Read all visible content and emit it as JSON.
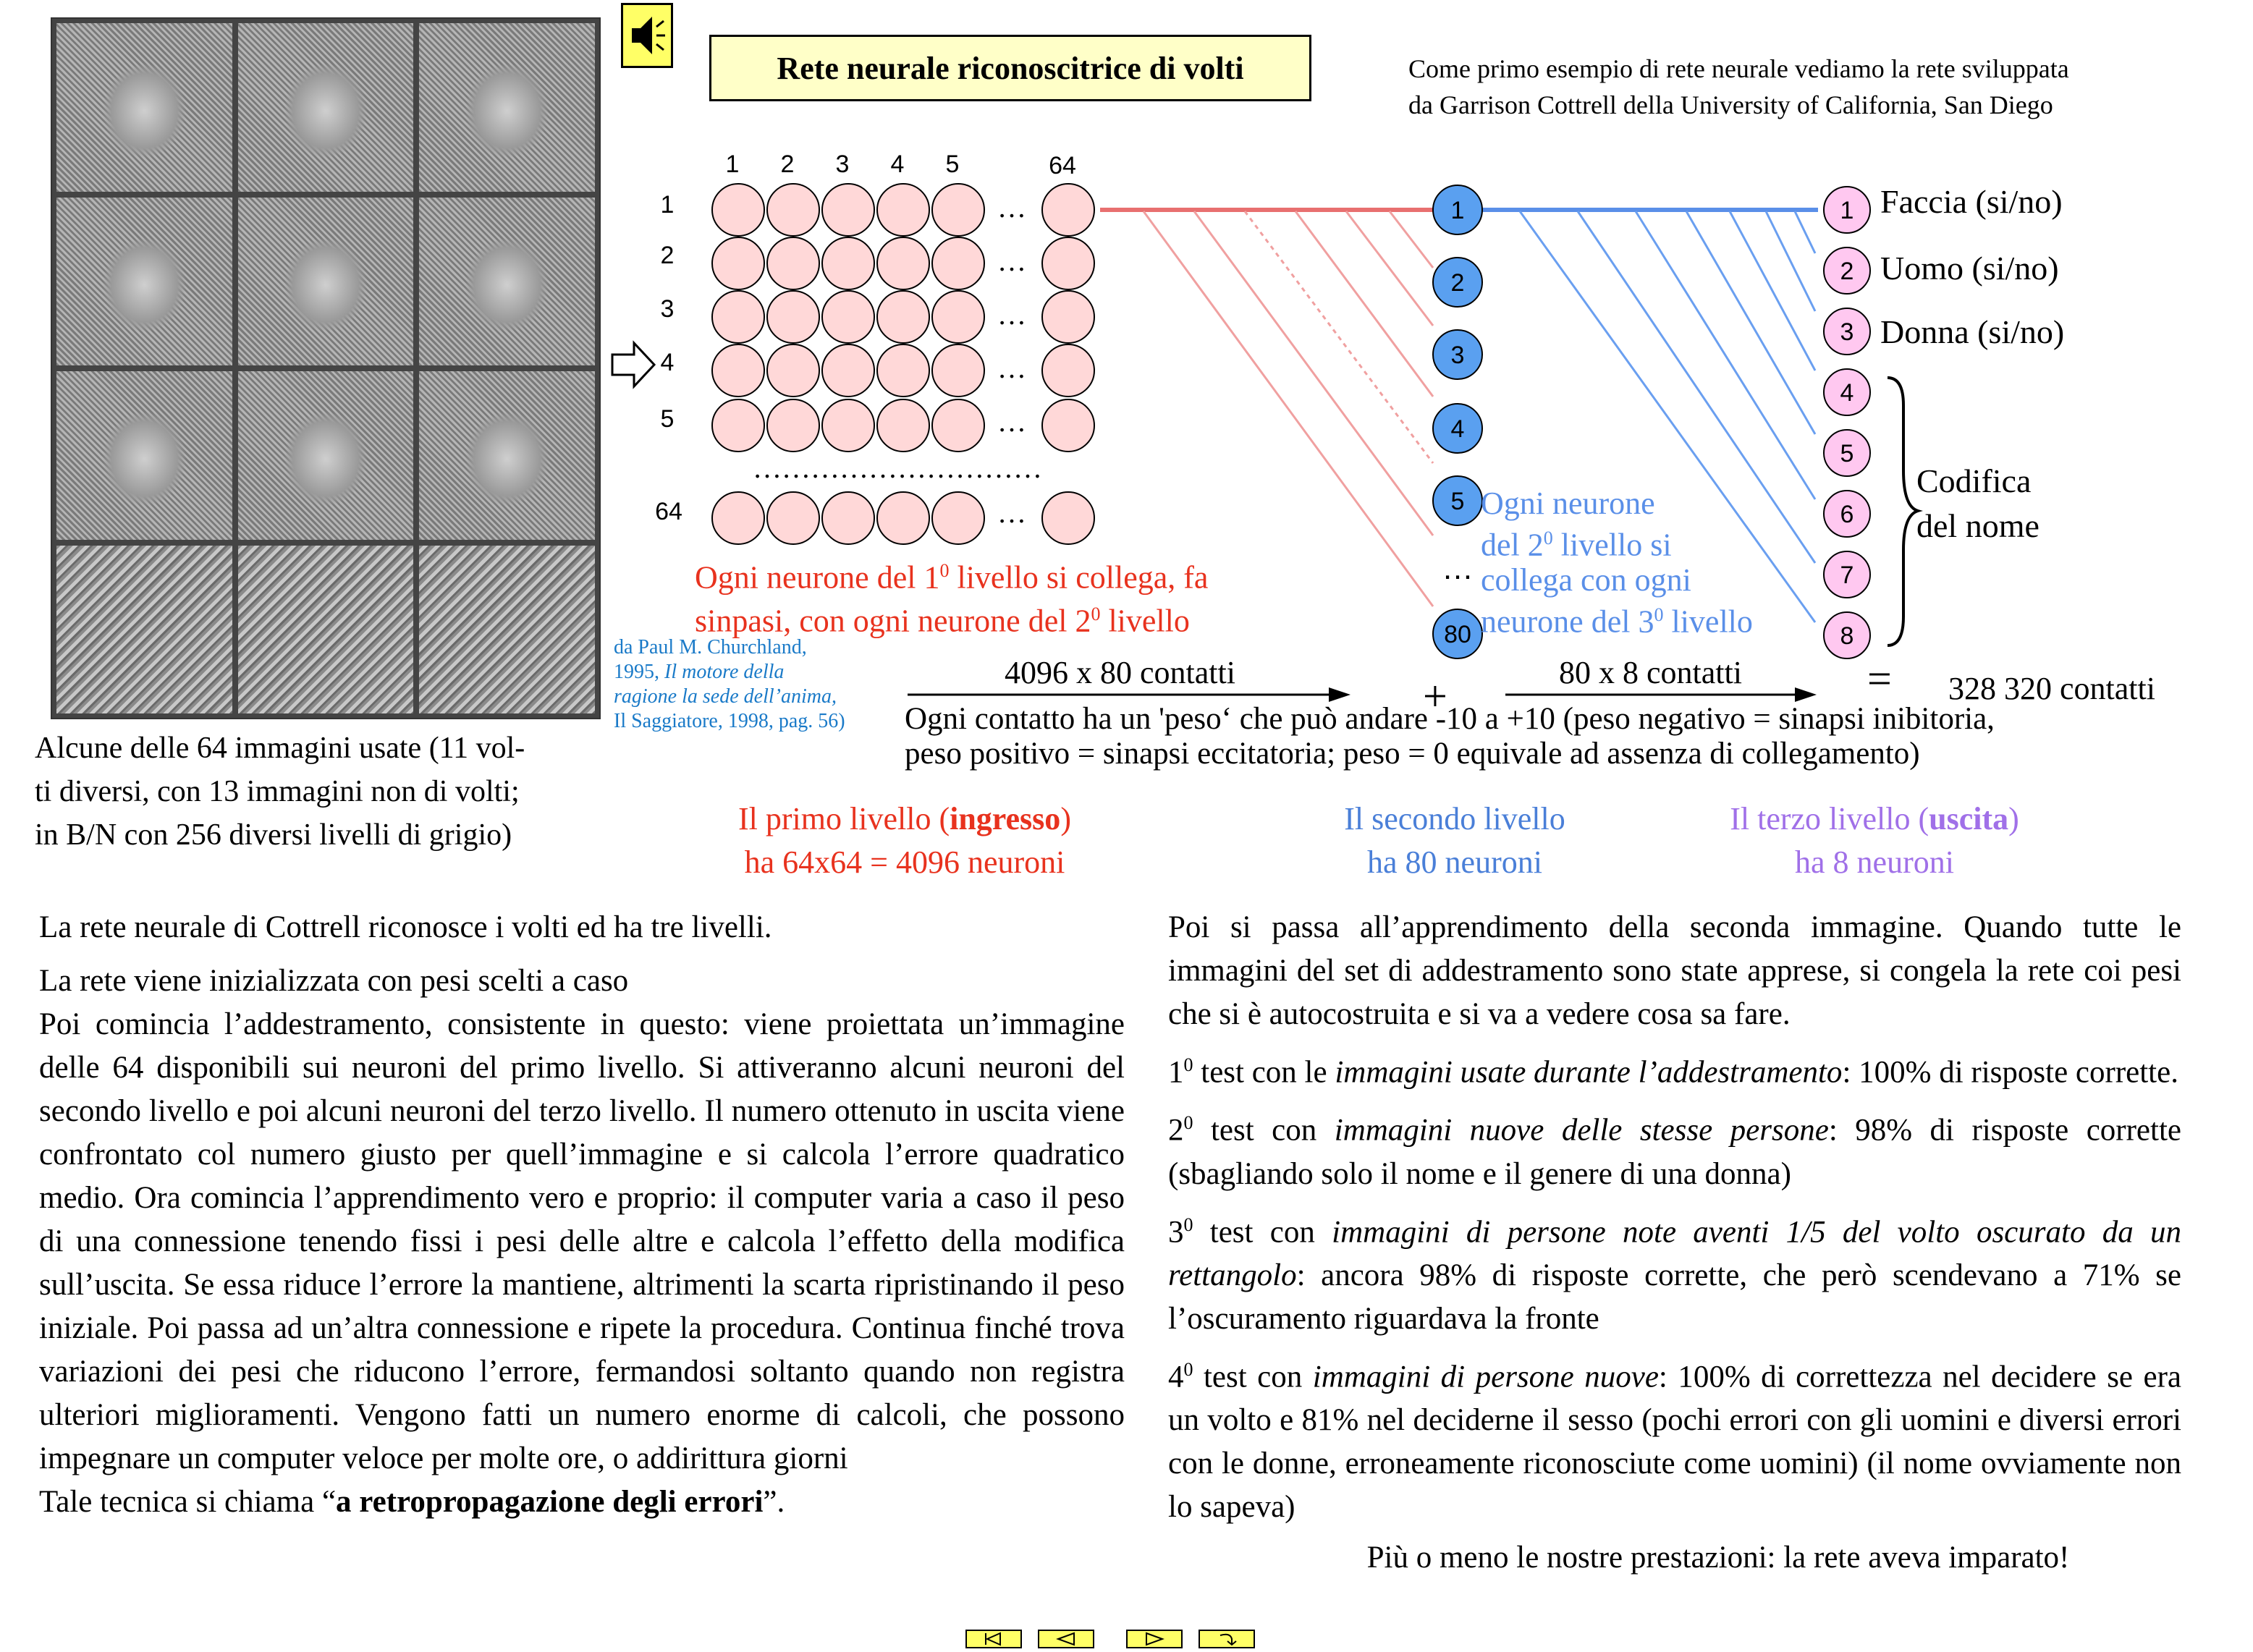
{
  "title": "Rete neurale riconoscitrice di volti",
  "intro": {
    "line1": "Come primo esempio di rete neurale vediamo la rete sviluppata",
    "line2": "da Garrison Cottrell della University of California, San Diego"
  },
  "images_caption": {
    "line1": "Alcune delle 64 immagini usate (11 vol-",
    "line2": "ti diversi, con 13 immagini non di volti;",
    "line3": "in B/N con 256 diversi livelli di grigio)"
  },
  "source": {
    "line1": "da Paul M. Churchland,",
    "line2a": "1995, ",
    "line2b": "Il motore della",
    "line3": "ragione la sede dell’anima,",
    "line4": "Il Saggiatore, 1998, pag. 56)"
  },
  "grid": {
    "col_labels": [
      "1",
      "2",
      "3",
      "4",
      "5",
      "64"
    ],
    "row_labels": [
      "1",
      "2",
      "3",
      "4",
      "5",
      "64"
    ],
    "ellipsis": "…",
    "dots": "…………………………"
  },
  "hidden_nodes": [
    "1",
    "2",
    "3",
    "4",
    "5",
    "…",
    "80"
  ],
  "output_nodes": [
    "1",
    "2",
    "3",
    "4",
    "5",
    "6",
    "7",
    "8"
  ],
  "outputs": {
    "o1": "Faccia (si/no)",
    "o2": "Uomo (si/no)",
    "o3": "Donna (si/no)",
    "codifica1": "Codifica",
    "codifica2": "del nome"
  },
  "first_layer_note": {
    "line1a": "Ogni neurone del 1",
    "line1sup": "0",
    "line1b": " livello si collega, fa",
    "line2a": "sinpasi, con ogni neurone del 2",
    "line2sup": "0",
    "line2b": " livello"
  },
  "second_layer_note": {
    "line1": "Ogni neurone",
    "line2a": "del 2",
    "line2sup": "0",
    "line2b": " livello si",
    "line3": "collega con ogni",
    "line4a": "neurone del 3",
    "line4sup": "0",
    "line4b": " livello"
  },
  "contacts": {
    "first": "4096 x 80 contatti",
    "plus": "+",
    "second": "80 x 8 contatti",
    "equals": "=",
    "total": "328 320 contatti"
  },
  "weight_note": {
    "line1": "Ogni contatto ha un 'peso‘ che può andare -10 a +10 (peso negativo = sinapsi inibitoria,",
    "line2": "peso positivo = sinapsi eccitatoria; peso = 0 equivale ad assenza di collegamento)"
  },
  "layers": {
    "l1a": "Il primo livello (",
    "l1b": "ingresso",
    "l1c": ")",
    "l1d": "ha 64x64 = 4096 neuroni",
    "l2a": "Il secondo livello",
    "l2b": "ha 80 neuroni",
    "l3a": "Il terzo livello (",
    "l3b": "uscita",
    "l3c": ")",
    "l3d": "ha 8 neuroni"
  },
  "left_text": {
    "p1": "La rete neurale di Cottrell riconosce i volti ed ha tre livelli.",
    "p2": "La rete viene inizializzata con pesi scelti a caso",
    "p3": "Poi comincia l’addestramento, consistente in questo: viene proiettata un’immagine delle 64 disponibili sui neuroni del primo livello.  Si attiveranno alcuni neuroni del secondo livello e poi alcuni neuroni del terzo livello. Il numero ottenuto in uscita viene confrontato col numero giusto per quell’immagine e si calcola l’errore quadratico medio.  Ora comincia l’apprendimento vero e proprio: il computer varia a caso il peso di una connessione tenendo fissi i pesi delle altre e calcola l’effetto della modifica sull’uscita. Se essa riduce l’errore la mantiene, altrimenti la scarta ripristinando il peso iniziale.  Poi passa ad un’altra connessione e ripete la procedura. Continua finché trova variazioni dei pesi che riducono l’errore, fermandosi soltanto quando non registra ulteriori miglioramenti. Vengono fatti un numero enorme di calcoli, che possono impegnare un computer veloce per molte ore, o addirittura giorni",
    "p4a": "Tale tecnica si chiama “",
    "p4b": "a retropropagazione degli errori",
    "p4c": "”."
  },
  "right_text": {
    "p1": "Poi si passa all’apprendimento della seconda immagine. Quando tutte le immagini del set di addestramento sono state apprese, si congela la rete coi pesi che si è autocostruita e si va a vedere cosa sa fare.",
    "t1a": "1",
    "t1sup": "0",
    "t1b": " test con le ",
    "t1i": "immagini usate durante l’addestramento",
    "t1c": ": 100% di risposte corrette.",
    "t2a": "2",
    "t2sup": "0",
    "t2b": " test con ",
    "t2i": "immagini nuove delle stesse persone",
    "t2c": ": 98% di risposte corrette (sbagliando solo il nome e il genere di una donna)",
    "t3a": "3",
    "t3sup": "0",
    "t3b": " test con ",
    "t3i": "immagini di persone note aventi 1/5 del volto oscurato da un rettangolo",
    "t3c": ": ancora 98% di risposte corrette, che però scendevano a 71% se l’oscuramento riguardava la fronte",
    "t4a": "4",
    "t4sup": "0",
    "t4b": " test con ",
    "t4i": "immagini di persone nuove",
    "t4c": ": 100% di correttezza nel decidere se era un volto e 81% nel deciderne il sesso (pochi errori con gli uomini e diversi errori con le donne, erroneamente riconosciute come uomini) (il nome ovviamente non lo sapeva)",
    "last": "Più o meno le nostre prestazioni: la rete aveva imparato!"
  },
  "colors": {
    "input_neuron": "#ffd8d8",
    "hidden_neuron": "#5aa0f0",
    "output_neuron": "#ffc8f0",
    "red_text": "#e8321e",
    "blue_text": "#4a7fd8",
    "purple_text": "#a070e8"
  },
  "icons": {
    "speaker": "speaker-icon",
    "arrow": "hollow-arrow-right-icon",
    "nav": [
      "first-slide-icon",
      "prev-slide-icon",
      "next-slide-icon",
      "return-icon"
    ]
  }
}
